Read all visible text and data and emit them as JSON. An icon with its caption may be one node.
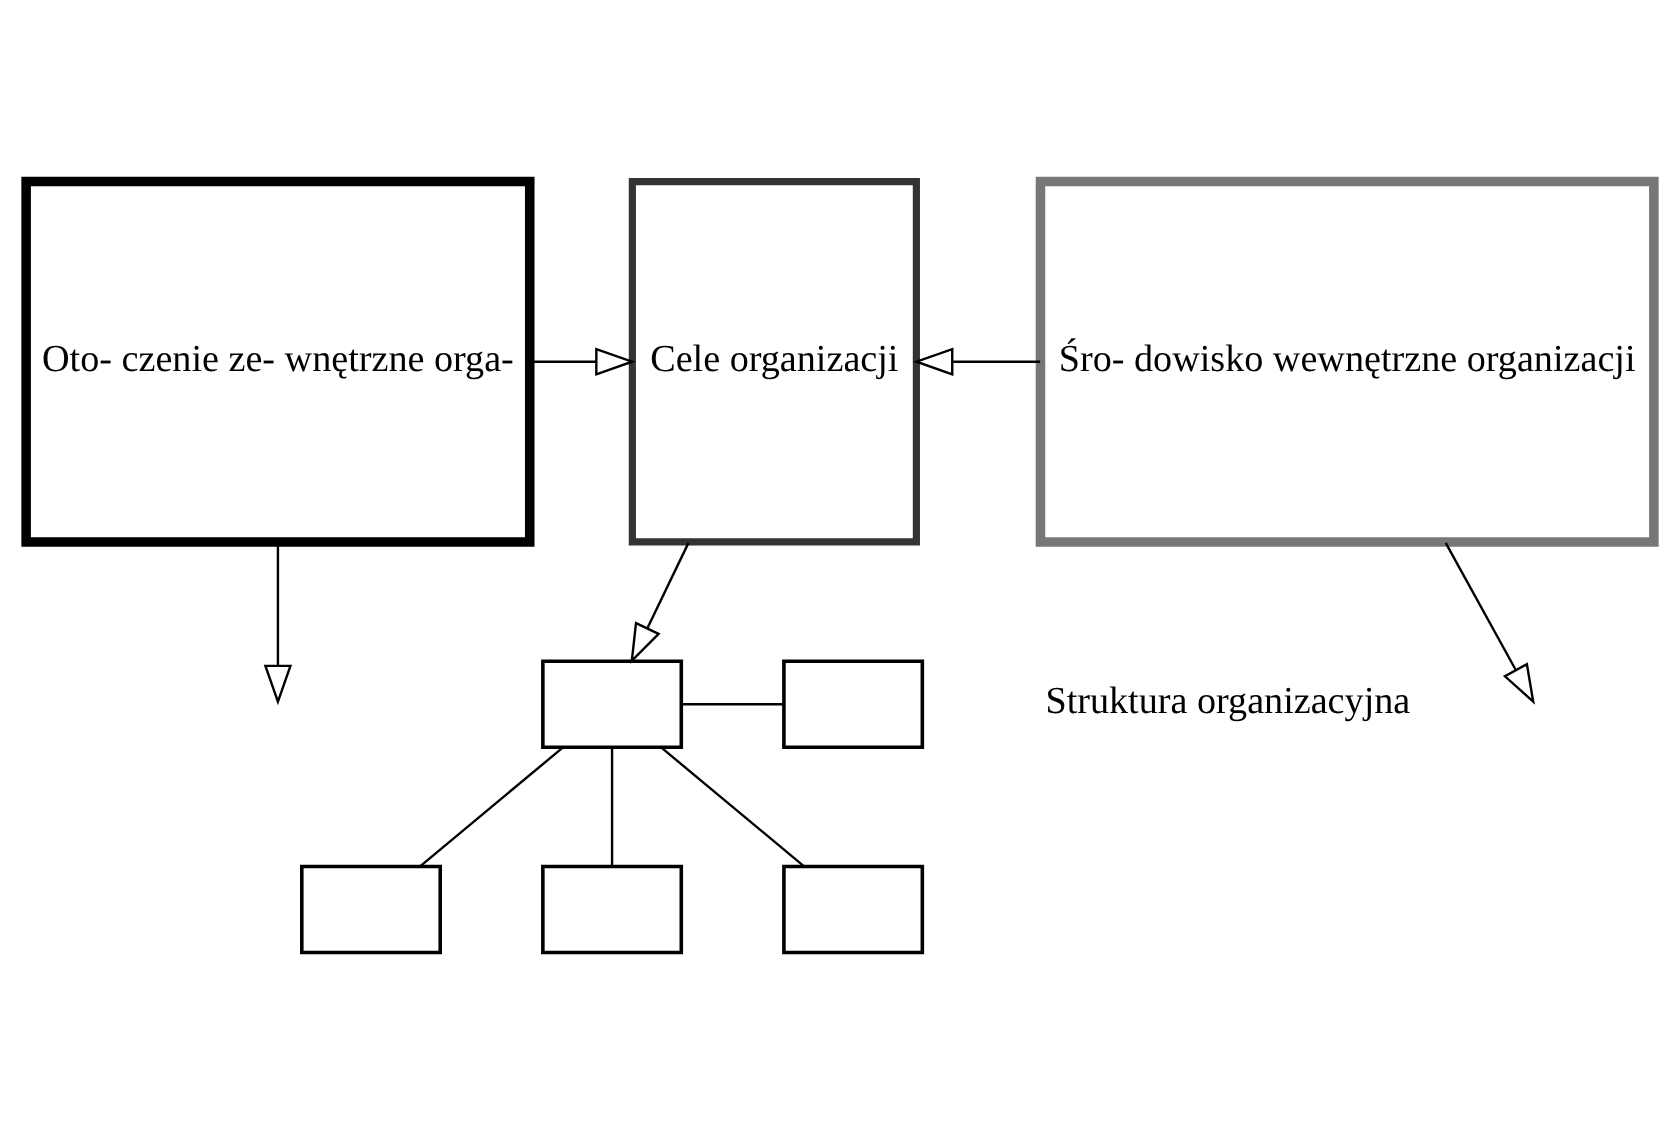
{
  "diagram": {
    "nodes": [
      {
        "text": [
          "Oto- czenie ze- wnętrzne orga-"
        ]
      },
      {
        "text": [
          "Cele organizacji"
        ]
      },
      {
        "text": [
          "Śro- dowisko wewnętrzne organizacji"
        ]
      },
      {
        "text": [],
        "shape": "box"
      },
      {
        "text": [],
        "shape": "box"
      },
      {
        "text": [],
        "shape": "box"
      },
      {
        "text": [],
        "shape": "box"
      },
      {
        "text": [],
        "shape": "box"
      }
    ],
    "edges": [
      {
        "from": 0,
        "to": 1,
        "arrow": "to"
      },
      {
        "from": 2,
        "to": 1,
        "arrow": "to"
      },
      {
        "from": 0,
        "to": null,
        "arrow": "to"
      },
      {
        "from": 1,
        "to": 3,
        "arrow": "to"
      },
      {
        "from": 2,
        "to": null,
        "arrow": "to"
      },
      {
        "from": 3,
        "to": 4,
        "arrow": "none"
      },
      {
        "from": 3,
        "to": 5,
        "arrow": "none"
      },
      {
        "from": 3,
        "to": 6,
        "arrow": "none"
      },
      {
        "from": 3,
        "to": 7,
        "arrow": "none"
      }
    ],
    "labels": [
      "Struktura organizacyjna"
    ]
  }
}
